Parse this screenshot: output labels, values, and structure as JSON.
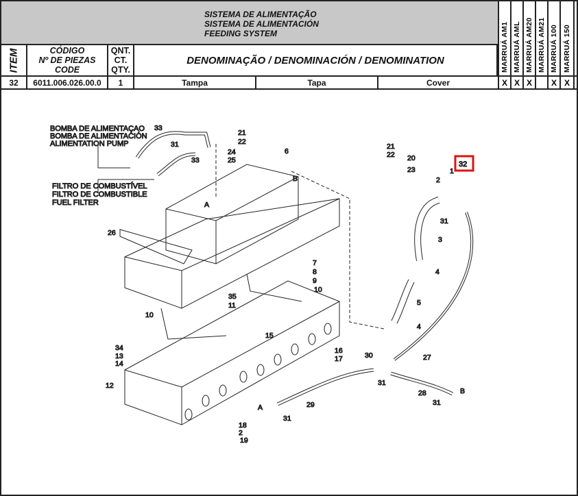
{
  "header": {
    "title_lines": [
      "SISTEMA DE ALIMENTAÇÃO",
      "SISTEMA DE ALIMENTACIÓN",
      "FEEDING SYSTEM"
    ],
    "col_item": "ITEM",
    "col_code": [
      "CÓDIGO",
      "Nº DE PIEZAS",
      "CODE"
    ],
    "col_qty": [
      "QNT.",
      "CT.",
      "QTY."
    ],
    "col_denomination": "DENOMINAÇÃO / DENOMINACIÓN / DENOMINATION",
    "models": [
      "MARRUÁ AM1",
      "MARRUÁ AML",
      "MARRUÁ AM20",
      "MARRUÁ AM21",
      "MARRUÁ 100",
      "MARRUÁ 150"
    ]
  },
  "row": {
    "item": "32",
    "code": "6011.006.026.00.0",
    "qty": "1",
    "pt": "Tampa",
    "es": "Tapa",
    "en": "Cover",
    "applicability": [
      "X",
      "X",
      "X",
      "",
      "X",
      "X"
    ]
  },
  "diagram": {
    "pump_label": [
      "BOMBA DE ALIMENTAÇAO",
      "BOMBA DE ALIMENTACIÓN",
      "ALIMENTATION PUMP"
    ],
    "filter_label": [
      "FILTRO DE COMBUSTÍVEL",
      "FILTRO DE COMBUSTIBLE",
      "FUEL FILTER"
    ],
    "highlighted_callout": "32",
    "highlight_color": "#e01010",
    "callouts": [
      "33",
      "21",
      "22",
      "31",
      "24",
      "25",
      "33",
      "6",
      "21",
      "22",
      "20",
      "23",
      "1",
      "2",
      "B",
      "A",
      "31",
      "26",
      "3",
      "4",
      "7",
      "8",
      "9",
      "10",
      "35",
      "11",
      "10",
      "5",
      "4",
      "15",
      "34",
      "13",
      "14",
      "16",
      "17",
      "30",
      "27",
      "12",
      "31",
      "28",
      "B",
      "31",
      "29",
      "A",
      "31",
      "18",
      "2",
      "19"
    ]
  }
}
